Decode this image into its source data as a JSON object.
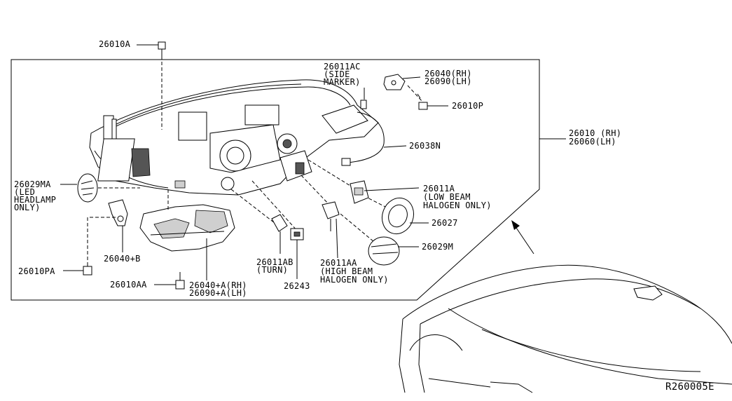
{
  "diagram": {
    "ref_code": "R260005E",
    "labels": {
      "p26010A": "26010A",
      "p26011AC": "26011AC",
      "p26011AC_note1": "(SIDE",
      "p26011AC_note2": "MARKER)",
      "p26040_rh": "26040(RH)",
      "p26090_lh": "26090(LH)",
      "p26010P": "26010P",
      "p26010_rh": "26010 (RH)",
      "p26060_lh": "26060(LH)",
      "p26038N": "26038N",
      "p26029MA": "26029MA",
      "p26029MA_note1": "(LED",
      "p26029MA_note2": "HEADLAMP",
      "p26029MA_note3": "ONLY)",
      "p26011A": "26011A",
      "p26011A_note1": "(LOW BEAM",
      "p26011A_note2": "HALOGEN ONLY)",
      "p26027": "26027",
      "p26029M": "26029M",
      "p26040B": "26040+B",
      "p26010PA": "26010PA",
      "p26011AB": "26011AB",
      "p26011AB_note": "(TURN)",
      "p26011AA": "26011AA",
      "p26011AA_note1": "(HIGH BEAM",
      "p26011AA_note2": "HALOGEN ONLY)",
      "p26243": "26243",
      "p26010AA": "26010AA",
      "p26040A_rh": "26040+A(RH)",
      "p26090A_lh": "26090+A(LH)"
    }
  }
}
